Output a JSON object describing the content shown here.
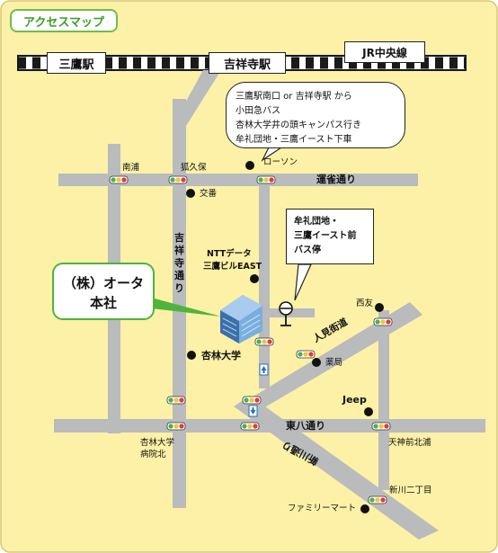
{
  "title": "アクセスマップ",
  "stations": {
    "mitaka": "三鷹駅",
    "kichijoji": "吉祥寺駅",
    "line": "JR中央線"
  },
  "bus_info": [
    "三鷹駅南口 or 吉祥寺駅 から",
    "小田急バス",
    "杏林大学井の頭キャンパス行き",
    "牟礼団地・三鷹イースト下車"
  ],
  "bus_stop": [
    "牟礼団地・",
    "三鷹イースト前",
    "バス停"
  ],
  "company": [
    "（株）オータ",
    "本社"
  ],
  "roads": {
    "unjaku": "運雀通り",
    "kichijoji_dori": "吉祥寺通り",
    "ninken": "人見街道",
    "higashi_hachi": "東八通り",
    "shinkawa_dori": "新川通り"
  },
  "labels": {
    "minamiura": "南浦",
    "kokubo": "狐久保",
    "lawson": "ローソン",
    "koban": "交番",
    "ntt": "NTTデータ",
    "ntt_bldg": "三鷹ビルEAST",
    "kyorin": "杏林大学",
    "nishitomo": "西友",
    "yakkyoku": "薬局",
    "jeep": "Jeep",
    "hospital1": "杏林大学",
    "hospital2": "病院北",
    "tenjin": "天神前北浦",
    "shinkawa2": "新川二丁目",
    "familymart": "ファミリーマート"
  },
  "colors": {
    "background": "#fcf1a6",
    "road": "#b9bbbd",
    "rail_dark": "#1a1a1a",
    "accent_green": "#4fb33c",
    "building": "#5a8fc8"
  }
}
